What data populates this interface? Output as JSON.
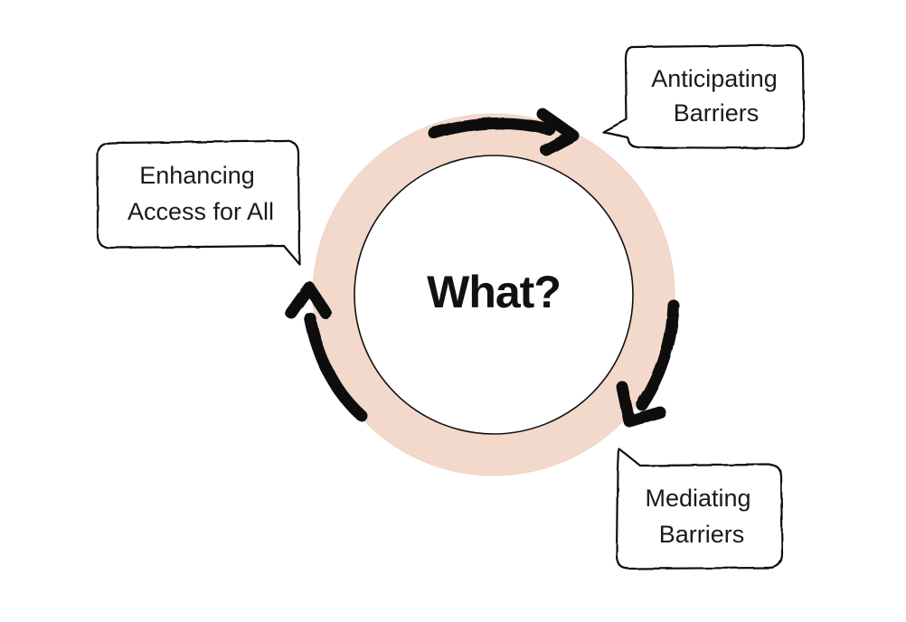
{
  "diagram": {
    "center_label": "What?",
    "ring_color": "#f3d9cb",
    "arrow_color": "#111111",
    "bubbles": [
      {
        "id": "anticipating",
        "line1": "Anticipating",
        "line2": "Barriers"
      },
      {
        "id": "mediating",
        "line1": "Mediating",
        "line2": "Barriers"
      },
      {
        "id": "enhancing",
        "line1": "Enhancing",
        "line2": "Access for All"
      }
    ]
  }
}
